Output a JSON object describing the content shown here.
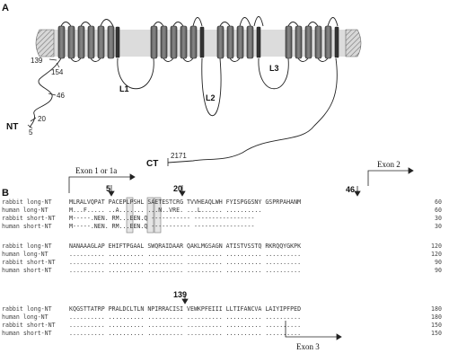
{
  "panel_a": {
    "label": "A",
    "loops": [
      "L1",
      "L2",
      "L3"
    ],
    "nt_label": "NT",
    "ct_label": "CT",
    "positions": [
      "139",
      "154",
      "46",
      "20",
      "5",
      "2171"
    ]
  },
  "panel_b": {
    "label": "B",
    "exon_labels": {
      "exon1": "Exon 1 or 1a",
      "exon2": "Exon 2",
      "exon3": "Exon 3"
    },
    "markers": [
      "5",
      "20",
      "46",
      "139"
    ],
    "blocks": [
      {
        "rows": [
          {
            "name": "rabbit long-NT",
            "seq": "MLRALVQPAT PACEPLPSHL SAETESTCRG TVVHEAQLWH FYISPGGSNY GSPRPAHANM",
            "num": "60"
          },
          {
            "name": "human long-NT",
            "seq": "M...F..... ..A....... ...N..VRE. ...L...... ..........",
            "num": "60"
          },
          {
            "name": "rabbit short-NT",
            "seq": "M-----.NEN. RM...EEN.Q ----------- -----------------",
            "num": "30"
          },
          {
            "name": "human short-NT",
            "seq": "M-----.NEN. RM...EEN.Q ----------- -----------------",
            "num": "30"
          }
        ]
      },
      {
        "rows": [
          {
            "name": "rabbit long-NT",
            "seq": "NANAAAGLAP EHIFTPGAAL SWQRAIDAAR QAKLMGSAGN ATISTVSSTQ RKRQQYGKPK",
            "num": "120"
          },
          {
            "name": "human long-NT",
            "seq": ".......... .......... .......... .......... .......... ..........",
            "num": "120"
          },
          {
            "name": "rabbit short-NT",
            "seq": ".......... .......... .......... .......... .......... ..........",
            "num": "90"
          },
          {
            "name": "human short-NT",
            "seq": ".......... .......... .......... .......... .......... ..........",
            "num": "90"
          }
        ]
      },
      {
        "rows": [
          {
            "name": "rabbit long-NT",
            "seq": "KQGSTTATRP PRALDCLTLN NPIRRACISI VEWKPFEIII LLTIFANCVA LAIYIPFPED",
            "num": "180"
          },
          {
            "name": "human long-NT",
            "seq": ".......... .......... .......... .......... .......... ..........",
            "num": "180"
          },
          {
            "name": "rabbit short-NT",
            "seq": ".......... .......... .......... .......... .......... ..........",
            "num": "150"
          },
          {
            "name": "human short-NT",
            "seq": ".......... .......... .......... .......... .......... ..........",
            "num": "150"
          }
        ]
      }
    ]
  }
}
